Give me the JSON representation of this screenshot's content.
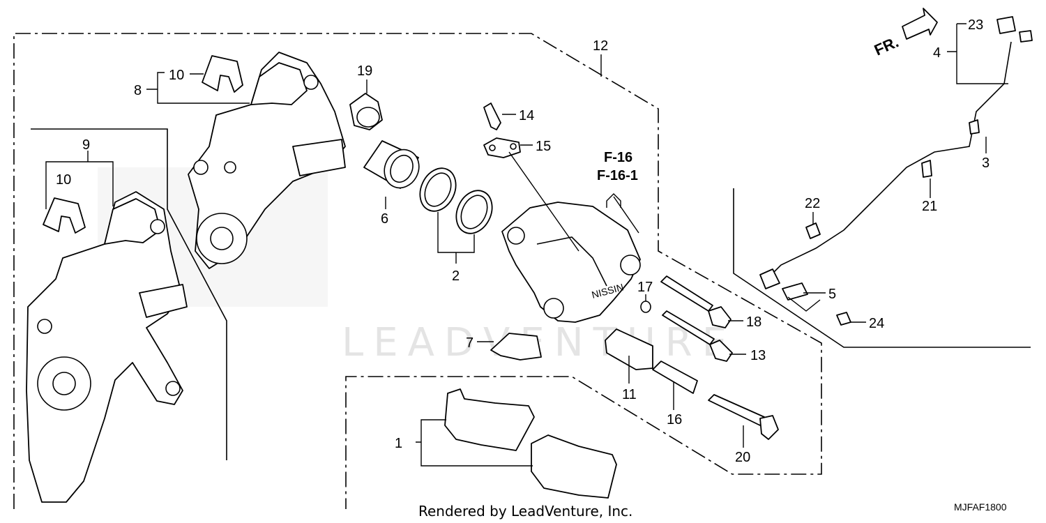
{
  "callouts": {
    "c1": "1",
    "c2": "2",
    "c3": "3",
    "c4": "4",
    "c5": "5",
    "c6": "6",
    "c7": "7",
    "c8": "8",
    "c9": "9",
    "c10a": "10",
    "c10b": "10",
    "c11": "11",
    "c12": "12",
    "c13": "13",
    "c14": "14",
    "c15": "15",
    "c16": "16",
    "c17": "17",
    "c18": "18",
    "c19": "19",
    "c20": "20",
    "c21": "21",
    "c22": "22",
    "c23": "23",
    "c24": "24"
  },
  "references": {
    "f16": "F-16",
    "f16_1": "F-16-1"
  },
  "direction_label": "FR.",
  "watermark": "LEADVENTURE",
  "credit": "Rendered by LeadVenture, Inc.",
  "diagram_code": "MJFAF1800"
}
